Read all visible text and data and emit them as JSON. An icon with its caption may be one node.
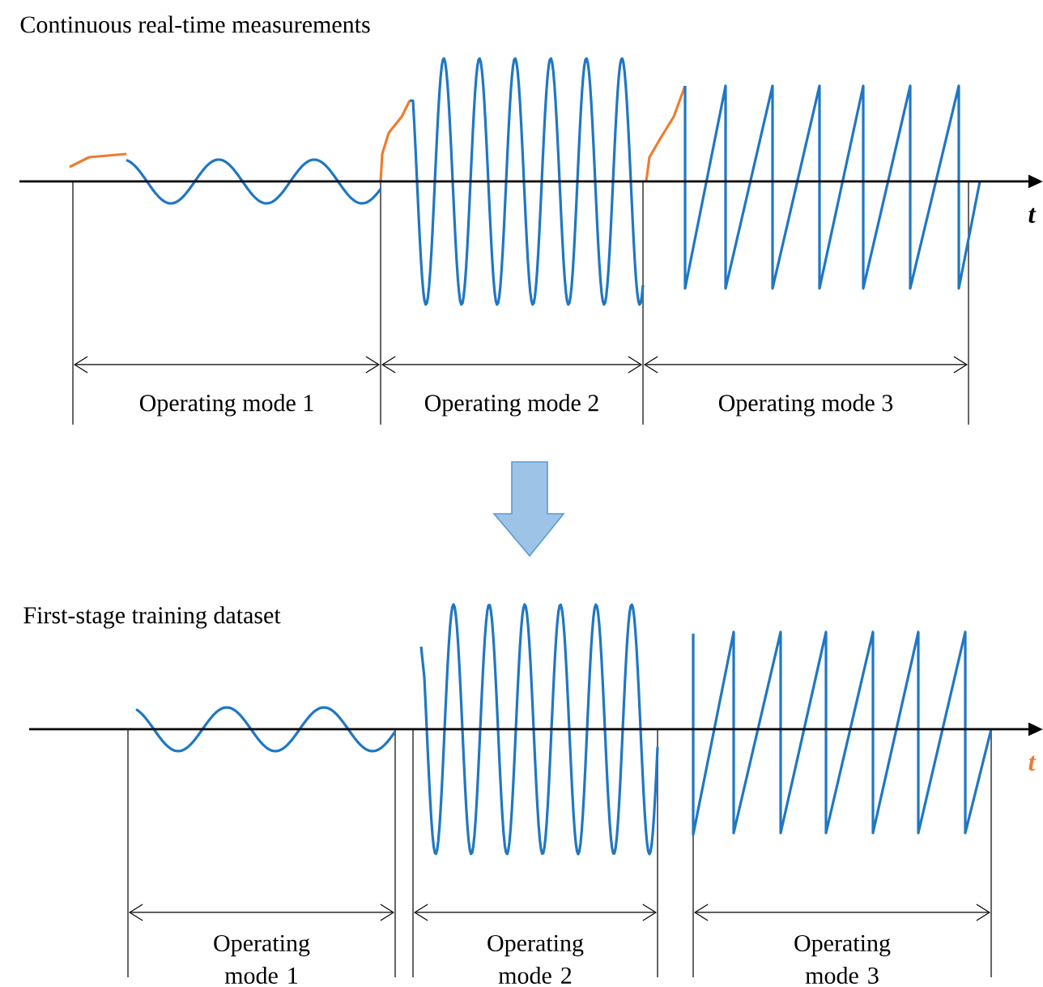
{
  "diagram": {
    "labels": [
      "Continuous real-time measurements",
      "t",
      "Operating mode 1",
      "Operating mode 2",
      "Operating mode 3",
      "First-stage training dataset",
      "t",
      "Operating mode 1",
      "Operating mode 2",
      "Operating mode 3"
    ]
  }
}
